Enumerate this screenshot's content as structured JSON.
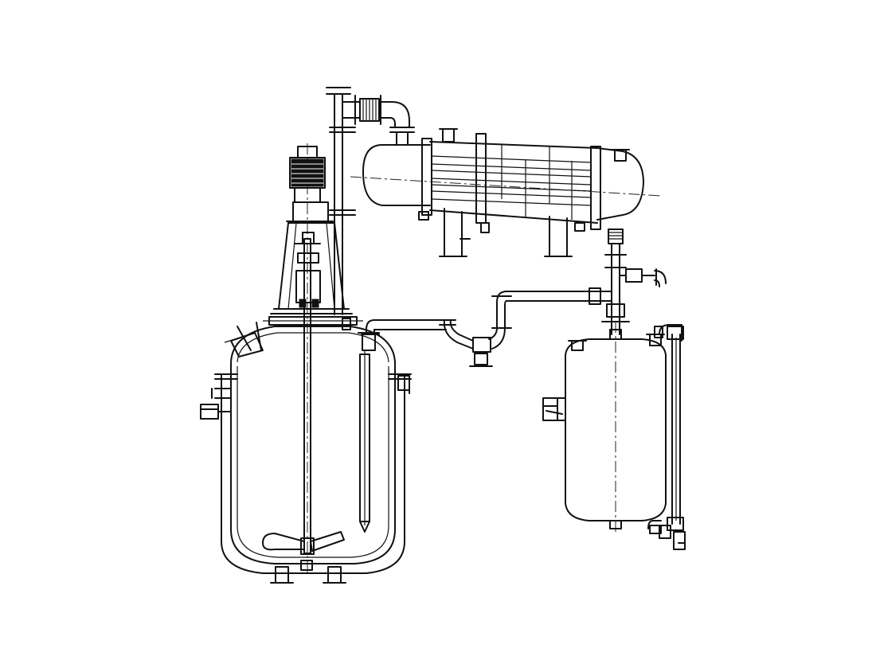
{
  "figure": {
    "kind": "process equipment line drawing",
    "line_color": "#111111",
    "background": "#ffffff",
    "components": [
      {
        "id": "reactor",
        "icon": "jacketed-reactor-vessel"
      },
      {
        "id": "motor",
        "icon": "agitator-motor"
      },
      {
        "id": "condenser",
        "icon": "shell-and-tube-condenser"
      },
      {
        "id": "receiver",
        "icon": "receiver-tank"
      },
      {
        "id": "vapor-pipe",
        "icon": "pipe"
      },
      {
        "id": "transfer-pipe",
        "icon": "pipe"
      },
      {
        "id": "sight-gauge",
        "icon": "level-gauge"
      }
    ]
  }
}
